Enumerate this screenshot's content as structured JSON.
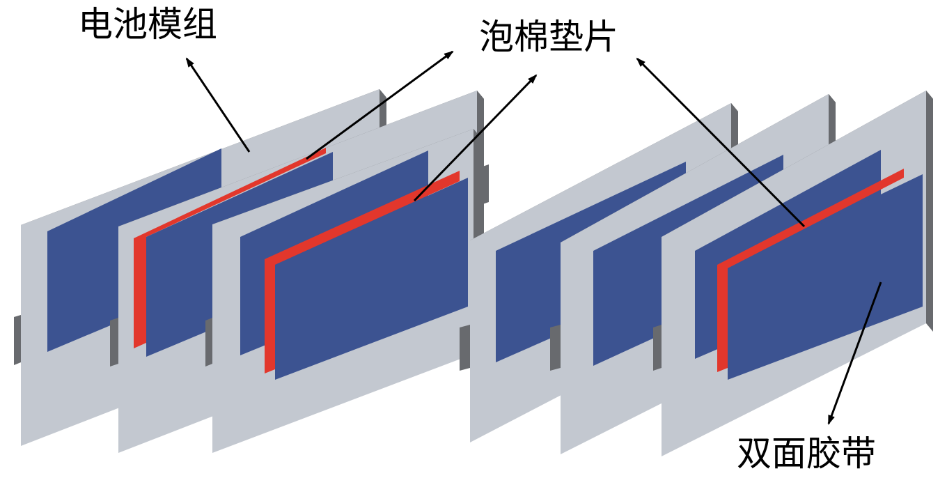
{
  "labels": {
    "battery_module": "电池模组",
    "foam_pad": "泡棉垫片",
    "double_sided_tape": "双面胶带"
  },
  "colors": {
    "background": "#ffffff",
    "plate_face": "#c3c8d0",
    "plate_edge": "#686a6e",
    "plate_top": "#555759",
    "tape_blue": "#3c5391",
    "foam_red": "#e2372c",
    "arrow": "#000000",
    "label_text": "#000000"
  },
  "module_groups": [
    {
      "name": "left-group",
      "modules": 3,
      "foam_pads": 2
    },
    {
      "name": "right-group",
      "modules": 3,
      "foam_pads": 1
    }
  ],
  "icons": [
    "arrow-head-icon"
  ]
}
